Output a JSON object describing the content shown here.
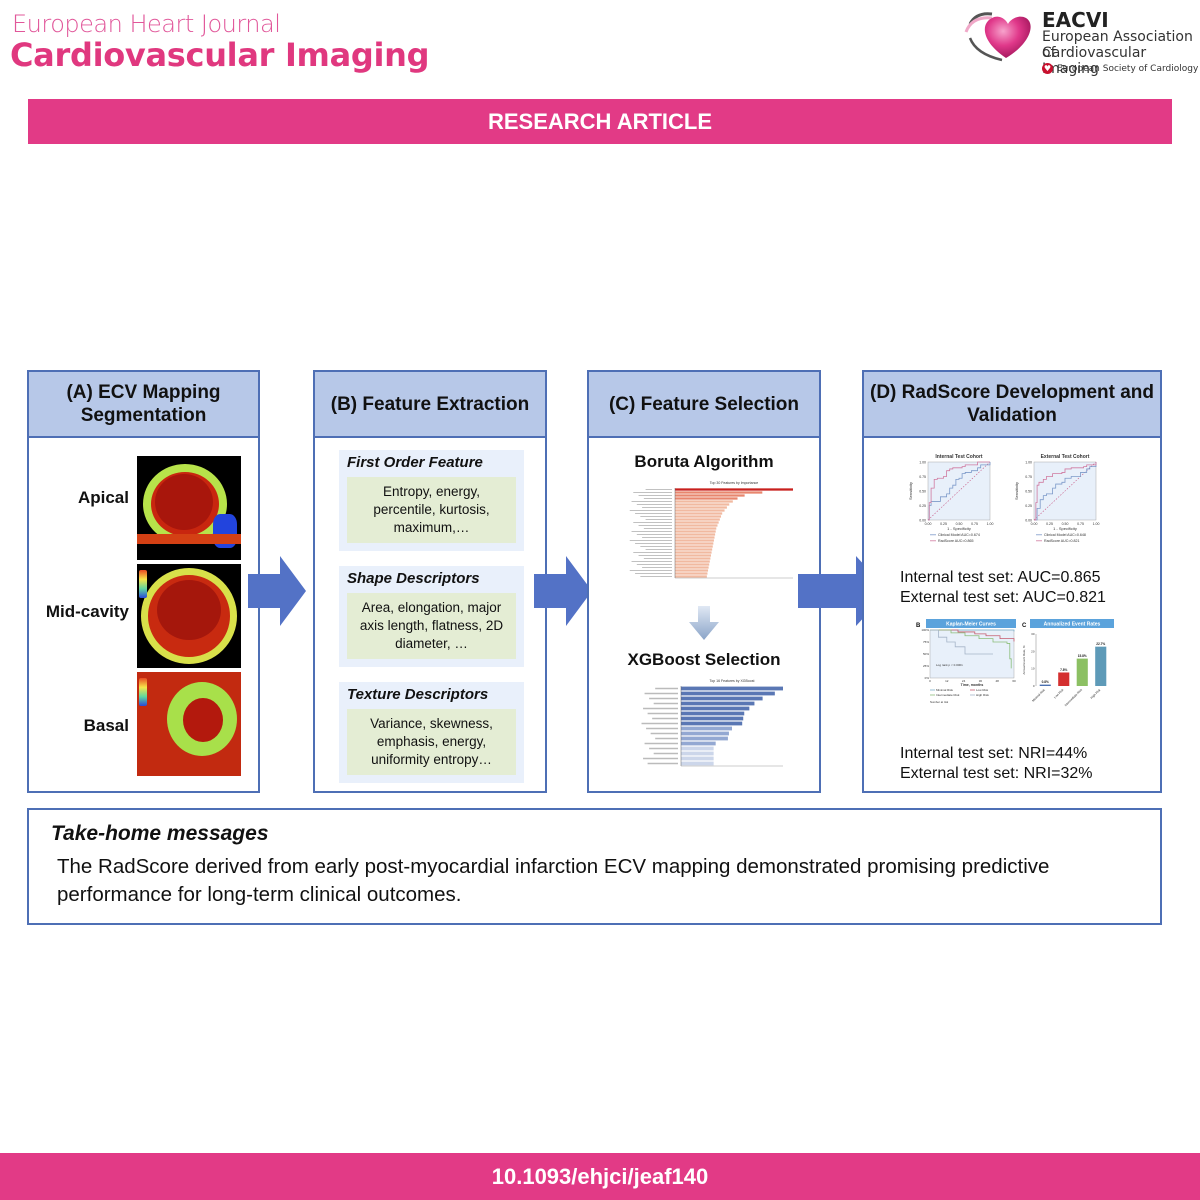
{
  "header": {
    "journal_subtitle": "European Heart Journal",
    "journal_title": "Cardiovascular Imaging",
    "society_logo": {
      "icon": "heart-icon",
      "acronym": "EACVI",
      "name_line1": "European Association of",
      "name_line2": "Cardiovascular Imaging",
      "parent": "European Society of Cardiology"
    },
    "colors": {
      "brand_pink": "#e23a86",
      "panel_blue": "#b7c8e8",
      "border_blue": "#4e6fb5"
    }
  },
  "banner": {
    "label": "RESEARCH ARTICLE"
  },
  "panels": {
    "a": {
      "title": "(A) ECV Mapping Segmentation",
      "slices": [
        {
          "label": "Apical",
          "image": "ecv-map-apical"
        },
        {
          "label": "Mid-cavity",
          "image": "ecv-map-mid-cavity"
        },
        {
          "label": "Basal",
          "image": "ecv-map-basal"
        }
      ]
    },
    "b": {
      "title": "(B) Feature Extraction",
      "groups": [
        {
          "title": "First Order Feature",
          "body": "Entropy, energy, percentile, kurtosis, maximum,…"
        },
        {
          "title": "Shape Descriptors",
          "body": "Area, elongation, major axis length, flatness, 2D diameter, …"
        },
        {
          "title": "Texture Descriptors",
          "body": "Variance, skewness, emphasis, energy, uniformity entropy…"
        }
      ]
    },
    "c": {
      "title": "(C) Feature Selection",
      "boruta_label": "Boruta Algorithm",
      "xgboost_label": "XGBoost Selection",
      "down_arrow_icon": "arrow-down-icon"
    },
    "d": {
      "title": "(D) RadScore Development and Validation",
      "auc_internal": "Internal test set: AUC=0.865",
      "auc_external": "External test set: AUC=0.821",
      "nri_internal": "Internal test set: NRI=44%",
      "nri_external": "External test set: NRI=32%"
    }
  },
  "chart_data": [
    {
      "id": "boruta",
      "type": "bar",
      "orientation": "horizontal",
      "title": "Top 30 Features by Importance",
      "values": [
        10.0,
        7.4,
        5.9,
        5.3,
        4.9,
        4.6,
        4.4,
        4.2,
        4.0,
        3.9,
        3.8,
        3.7,
        3.6,
        3.5,
        3.45,
        3.4,
        3.35,
        3.3,
        3.25,
        3.2,
        3.15,
        3.1,
        3.05,
        3.0,
        2.95,
        2.9,
        2.85,
        2.8,
        2.75,
        2.7
      ],
      "color_top": "#c8201e",
      "color_rest": "#f1b9a0"
    },
    {
      "id": "xgboost",
      "type": "bar",
      "orientation": "horizontal",
      "title": "Top 16 Features by XGBoost",
      "values": [
        1.0,
        0.92,
        0.8,
        0.72,
        0.67,
        0.62,
        0.61,
        0.6,
        0.5,
        0.47,
        0.46,
        0.34,
        0.32,
        0.32,
        0.32,
        0.32
      ],
      "color_dark": "#5a77b4",
      "color_light": "#ccd6ea"
    },
    {
      "id": "roc-internal",
      "type": "line",
      "title": "Internal Test Cohort",
      "xlabel": "1 - Specificity",
      "ylabel": "Sensitivity",
      "xlim": [
        0,
        1
      ],
      "ylim": [
        0,
        1
      ],
      "ticks": [
        "0.00",
        "0.25",
        "0.50",
        "0.75",
        "1.00"
      ],
      "series": [
        {
          "name": "Clinical Model AUC=0.674",
          "color": "#7d9ac9",
          "x": [
            0,
            0.02,
            0.05,
            0.05,
            0.18,
            0.2,
            0.3,
            0.35,
            0.4,
            0.45,
            0.5,
            0.55,
            0.6,
            0.7,
            0.8,
            0.85,
            1.0
          ],
          "y": [
            0,
            0.25,
            0.3,
            0.32,
            0.32,
            0.4,
            0.45,
            0.55,
            0.6,
            0.7,
            0.72,
            0.8,
            0.82,
            0.85,
            0.9,
            0.95,
            1.0
          ]
        },
        {
          "name": "RadScore AUC=0.865",
          "color": "#d07aa0",
          "x": [
            0,
            0.02,
            0.05,
            0.1,
            0.15,
            0.25,
            0.3,
            0.35,
            0.4,
            0.55,
            0.6,
            0.75,
            0.8,
            1.0
          ],
          "y": [
            0,
            0.3,
            0.55,
            0.7,
            0.72,
            0.75,
            0.85,
            0.88,
            0.9,
            0.92,
            0.95,
            0.95,
            1.0,
            1.0
          ]
        }
      ]
    },
    {
      "id": "roc-external",
      "type": "line",
      "title": "External Test Cohort",
      "xlabel": "1 - Specificity",
      "ylabel": "Sensitivity",
      "xlim": [
        0,
        1
      ],
      "ylim": [
        0,
        1
      ],
      "ticks": [
        "0.00",
        "0.25",
        "0.50",
        "0.75",
        "1.00"
      ],
      "series": [
        {
          "name": "Clinical Model AUC=0.648",
          "color": "#7d9ac9",
          "x": [
            0,
            0.05,
            0.1,
            0.15,
            0.2,
            0.3,
            0.35,
            0.45,
            0.5,
            0.6,
            0.75,
            0.85,
            0.9,
            1.0
          ],
          "y": [
            0,
            0.2,
            0.35,
            0.42,
            0.45,
            0.55,
            0.62,
            0.65,
            0.72,
            0.75,
            0.82,
            0.88,
            0.92,
            1.0
          ]
        },
        {
          "name": "RadScore AUC=0.821",
          "color": "#d07aa0",
          "x": [
            0,
            0.03,
            0.05,
            0.08,
            0.15,
            0.2,
            0.3,
            0.45,
            0.5,
            0.6,
            0.8,
            0.85,
            1.0
          ],
          "y": [
            0,
            0.3,
            0.6,
            0.65,
            0.7,
            0.75,
            0.8,
            0.82,
            0.88,
            0.9,
            0.92,
            0.95,
            1.0
          ]
        }
      ]
    },
    {
      "id": "kaplan-meier",
      "type": "line",
      "panel_label": "B",
      "title": "Kaplan-Meier Curves",
      "xlabel": "Time, months",
      "ylabel": "Event-free survival (%)",
      "xlim": [
        0,
        60
      ],
      "ylim": [
        0,
        100
      ],
      "annotation": "Log rank p < 0.0001",
      "series": [
        {
          "name": "Minimal Risk",
          "color": "#7db0c9",
          "x": [
            0,
            60
          ],
          "y": [
            100,
            97
          ]
        },
        {
          "name": "Low Risk",
          "color": "#c55b6e",
          "x": [
            0,
            20,
            32,
            40,
            50,
            60
          ],
          "y": [
            100,
            96,
            92,
            88,
            82,
            76
          ]
        },
        {
          "name": "Intermediate Risk",
          "color": "#8cbd7a",
          "x": [
            0,
            15,
            25,
            35,
            45,
            55,
            57,
            58
          ],
          "y": [
            100,
            94,
            88,
            82,
            75,
            72,
            40,
            20
          ]
        },
        {
          "name": "High Risk",
          "color": "#a5b4c8",
          "x": [
            0,
            6,
            12,
            18,
            25,
            45
          ],
          "y": [
            100,
            85,
            75,
            65,
            50,
            50
          ]
        }
      ],
      "risk_table_label": "Number at risk"
    },
    {
      "id": "annualized-event-rates",
      "type": "bar",
      "panel_label": "C",
      "title": "Annualized Event Rates",
      "ylabel": "Annual Event Rate, %",
      "ylim": [
        0,
        30
      ],
      "categories": [
        "Minimal Risk",
        "Low Risk",
        "Intermediate Risk",
        "High Risk"
      ],
      "values": [
        0.8,
        7.8,
        15.8,
        22.7
      ],
      "labels": [
        "0.8%",
        "7.8%",
        "15.8%",
        "22.7%"
      ],
      "colors": [
        "#4a6fb0",
        "#d42f2f",
        "#8cc063",
        "#5e9ab8"
      ]
    }
  ],
  "takehome": {
    "title": "Take-home messages",
    "body": "The RadScore derived from early post-myocardial infarction ECV mapping demonstrated promising predictive performance for long-term clinical outcomes."
  },
  "footer": {
    "doi": "10.1093/ehjci/jeaf140"
  }
}
